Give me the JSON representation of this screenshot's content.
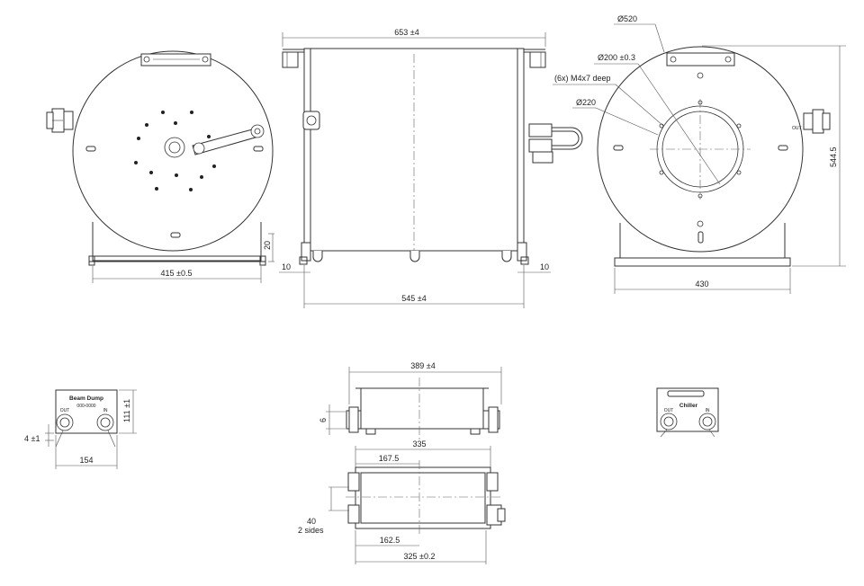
{
  "dimensions": {
    "outer_diameter": "Ø520",
    "bore_diameter": "Ø200 ±0.3",
    "mount_holes": "(6x) M4x7 deep",
    "pitch_diameter": "Ø220",
    "overall_length": "653 ±4",
    "base_length": "545 ±4",
    "total_height": "544.5",
    "side_base_width": "430",
    "front_base_width": "415 ±0.5",
    "foot_height": "20",
    "foot_left": "10",
    "foot_right": "10",
    "beam_dump_width": "154",
    "beam_dump_height": "111 ±1",
    "beam_dump_offset": "4 ±1",
    "chiller_top_length": "389 ±4",
    "chiller_top_height": "6",
    "chiller_plan_length": "335",
    "chiller_half_top": "167.5",
    "chiller_port_spacing": "40",
    "chiller_port_note": "2 sides",
    "chiller_half_bottom": "162.5",
    "chiller_base_length": "325 ±0.2"
  },
  "labels": {
    "beam_dump_title": "Beam Dump",
    "beam_dump_sub": "000-0000",
    "port_out": "OUT",
    "port_in": "IN",
    "chiller_title": "Chiller"
  }
}
